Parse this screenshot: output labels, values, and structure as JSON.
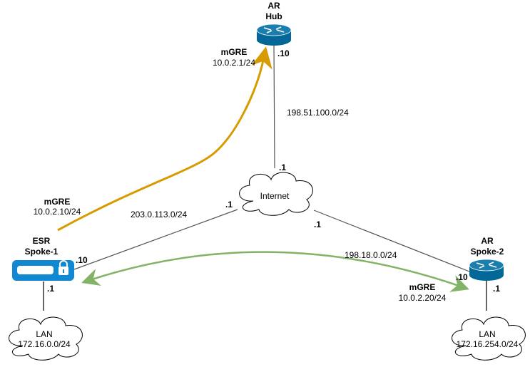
{
  "nodes": {
    "hub": {
      "line1": "AR",
      "line2": "Hub",
      "port_down": ".10"
    },
    "internet": {
      "label": "Internet",
      "port_top": ".1",
      "port_left": ".1",
      "port_right": ".1"
    },
    "esr": {
      "line1": "ESR",
      "line2": "Spoke-1",
      "port_wan": ".10",
      "port_lan": ".1"
    },
    "spoke2": {
      "line1": "AR",
      "line2": "Spoke-2",
      "port_wan": ".10",
      "port_lan": ".1"
    },
    "lan1": {
      "line1": "LAN",
      "line2": "172.16.0.0/24"
    },
    "lan2": {
      "line1": "LAN",
      "line2": "172.16.254.0/24"
    }
  },
  "links": {
    "hub_internet": "198.51.100.0/24",
    "esr_internet": "203.0.113.0/24",
    "spoke2_internet": "198.18.0.0/24"
  },
  "tunnels": {
    "hub": {
      "name": "mGRE",
      "addr": "10.0.2.1/24"
    },
    "esr": {
      "name": "mGRE",
      "addr": "10.0.2.10/24"
    },
    "spoke2": {
      "name": "mGRE",
      "addr": "10.0.2.20/24"
    }
  },
  "colors": {
    "router": "#036897",
    "esr": "#1089d2",
    "tunnel_hub": "#d79b00",
    "tunnel_spoke": "#82b366",
    "link": "#555555"
  }
}
